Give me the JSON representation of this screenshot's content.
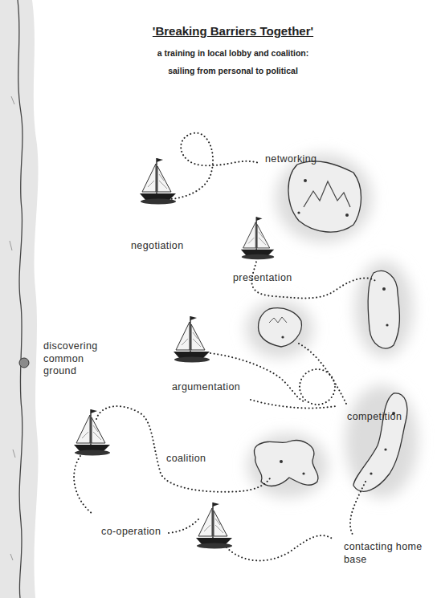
{
  "diagram": {
    "title": "'Breaking Barriers Together'",
    "labels": [
      "a training in local lobby and coalition:",
      "sailing from personal to political",
      "networking",
      "negotiation",
      "presentation",
      "discovering common ground",
      "argumentation",
      "competition",
      "coalition",
      "co-operation",
      "contacting home base"
    ]
  }
}
